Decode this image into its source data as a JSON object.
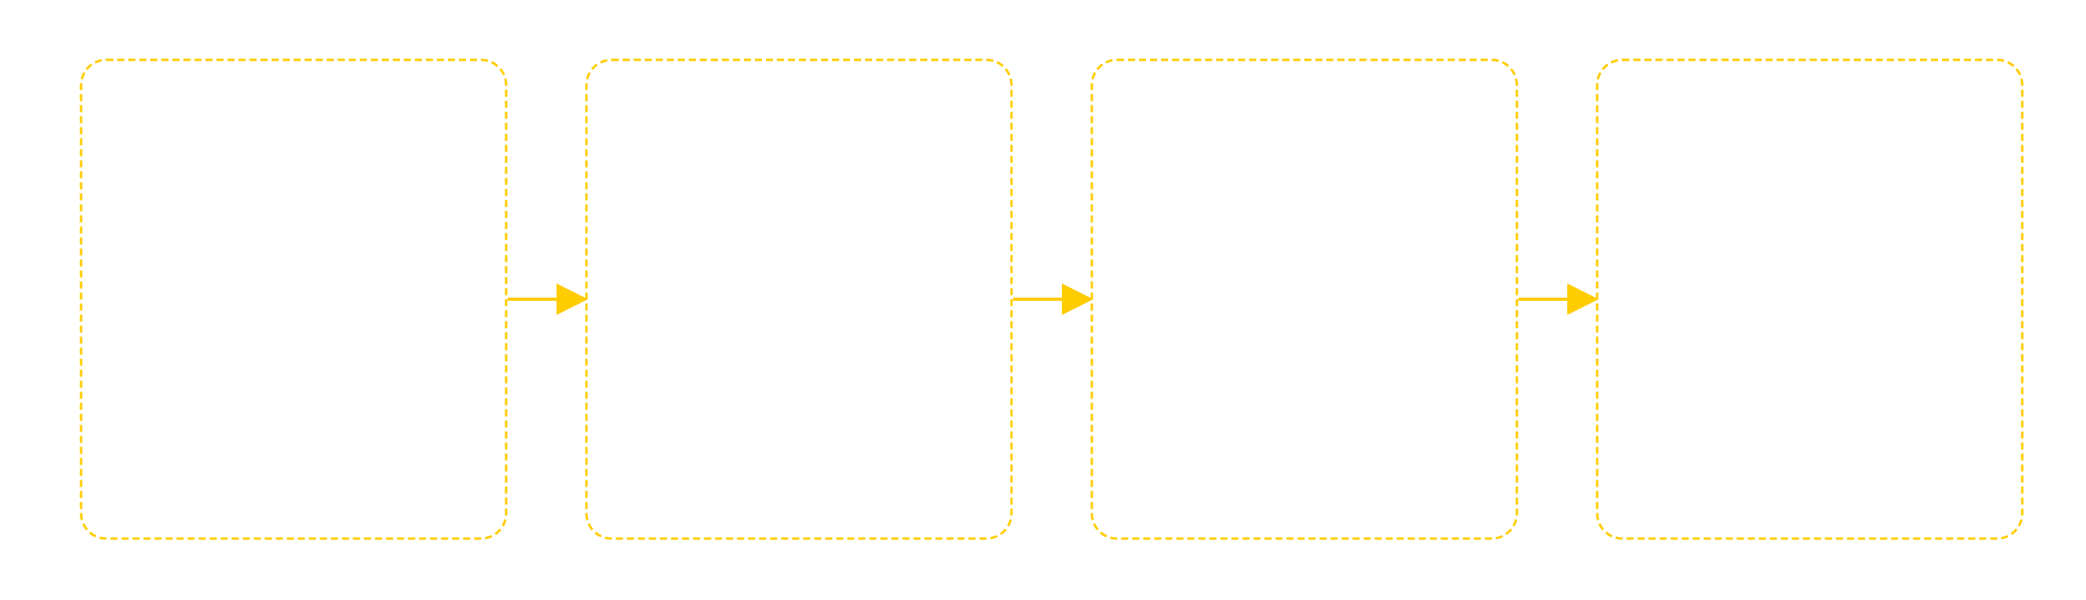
{
  "diagram": {
    "accent_color": "#FFCC00",
    "background_color": "#FFFFFF",
    "stages": [
      {
        "id": "stage-1",
        "label": ""
      },
      {
        "id": "stage-2",
        "label": ""
      },
      {
        "id": "stage-3",
        "label": ""
      },
      {
        "id": "stage-4",
        "label": ""
      }
    ],
    "connectors": [
      {
        "from": "stage-1",
        "to": "stage-2"
      },
      {
        "from": "stage-2",
        "to": "stage-3"
      },
      {
        "from": "stage-3",
        "to": "stage-4"
      }
    ]
  }
}
